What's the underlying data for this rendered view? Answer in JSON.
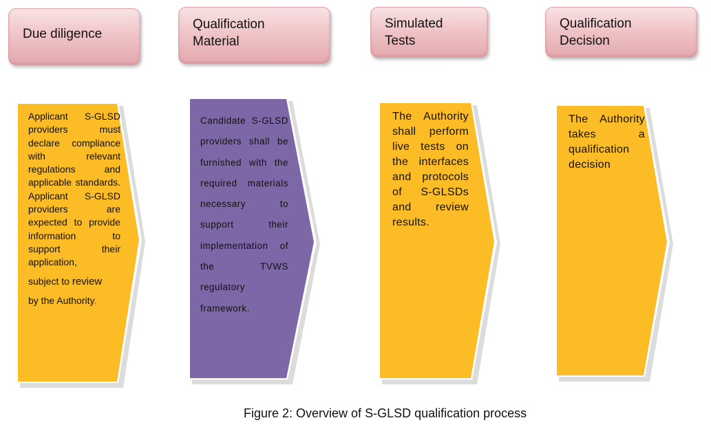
{
  "headers": {
    "h1": "Due diligence",
    "h2": [
      "Qualification",
      "Material"
    ],
    "h3": [
      "Simulated",
      "Tests"
    ],
    "h4": [
      "Qualification",
      "Decision"
    ]
  },
  "steps": {
    "s1_main": "Applicant S-GLSD providers must declare compliance with relevant regulations and applicable standards. Applicant S-GLSD providers are expected to provide information to support their application,",
    "s1_tail1a": "subject to",
    "s1_tail1b": "review",
    "s1_tail2a": "by the Authority",
    "s1_tail2b": ".",
    "s2": "Candidate S-GLSD providers shall be furnished with the required materials necessary to support their implementation of the TVWS regulatory framework.",
    "s3": "The Authority shall perform live tests on the interfaces and protocols of S-GLSDs and review results.",
    "s4": "The Authority takes a qualification decision"
  },
  "caption": "Figure 2: Overview of S-GLSD qualification process",
  "colors": {
    "gold": "#fbbc25",
    "purple": "#7e67a6",
    "header_pink": "#f0c5c8"
  }
}
